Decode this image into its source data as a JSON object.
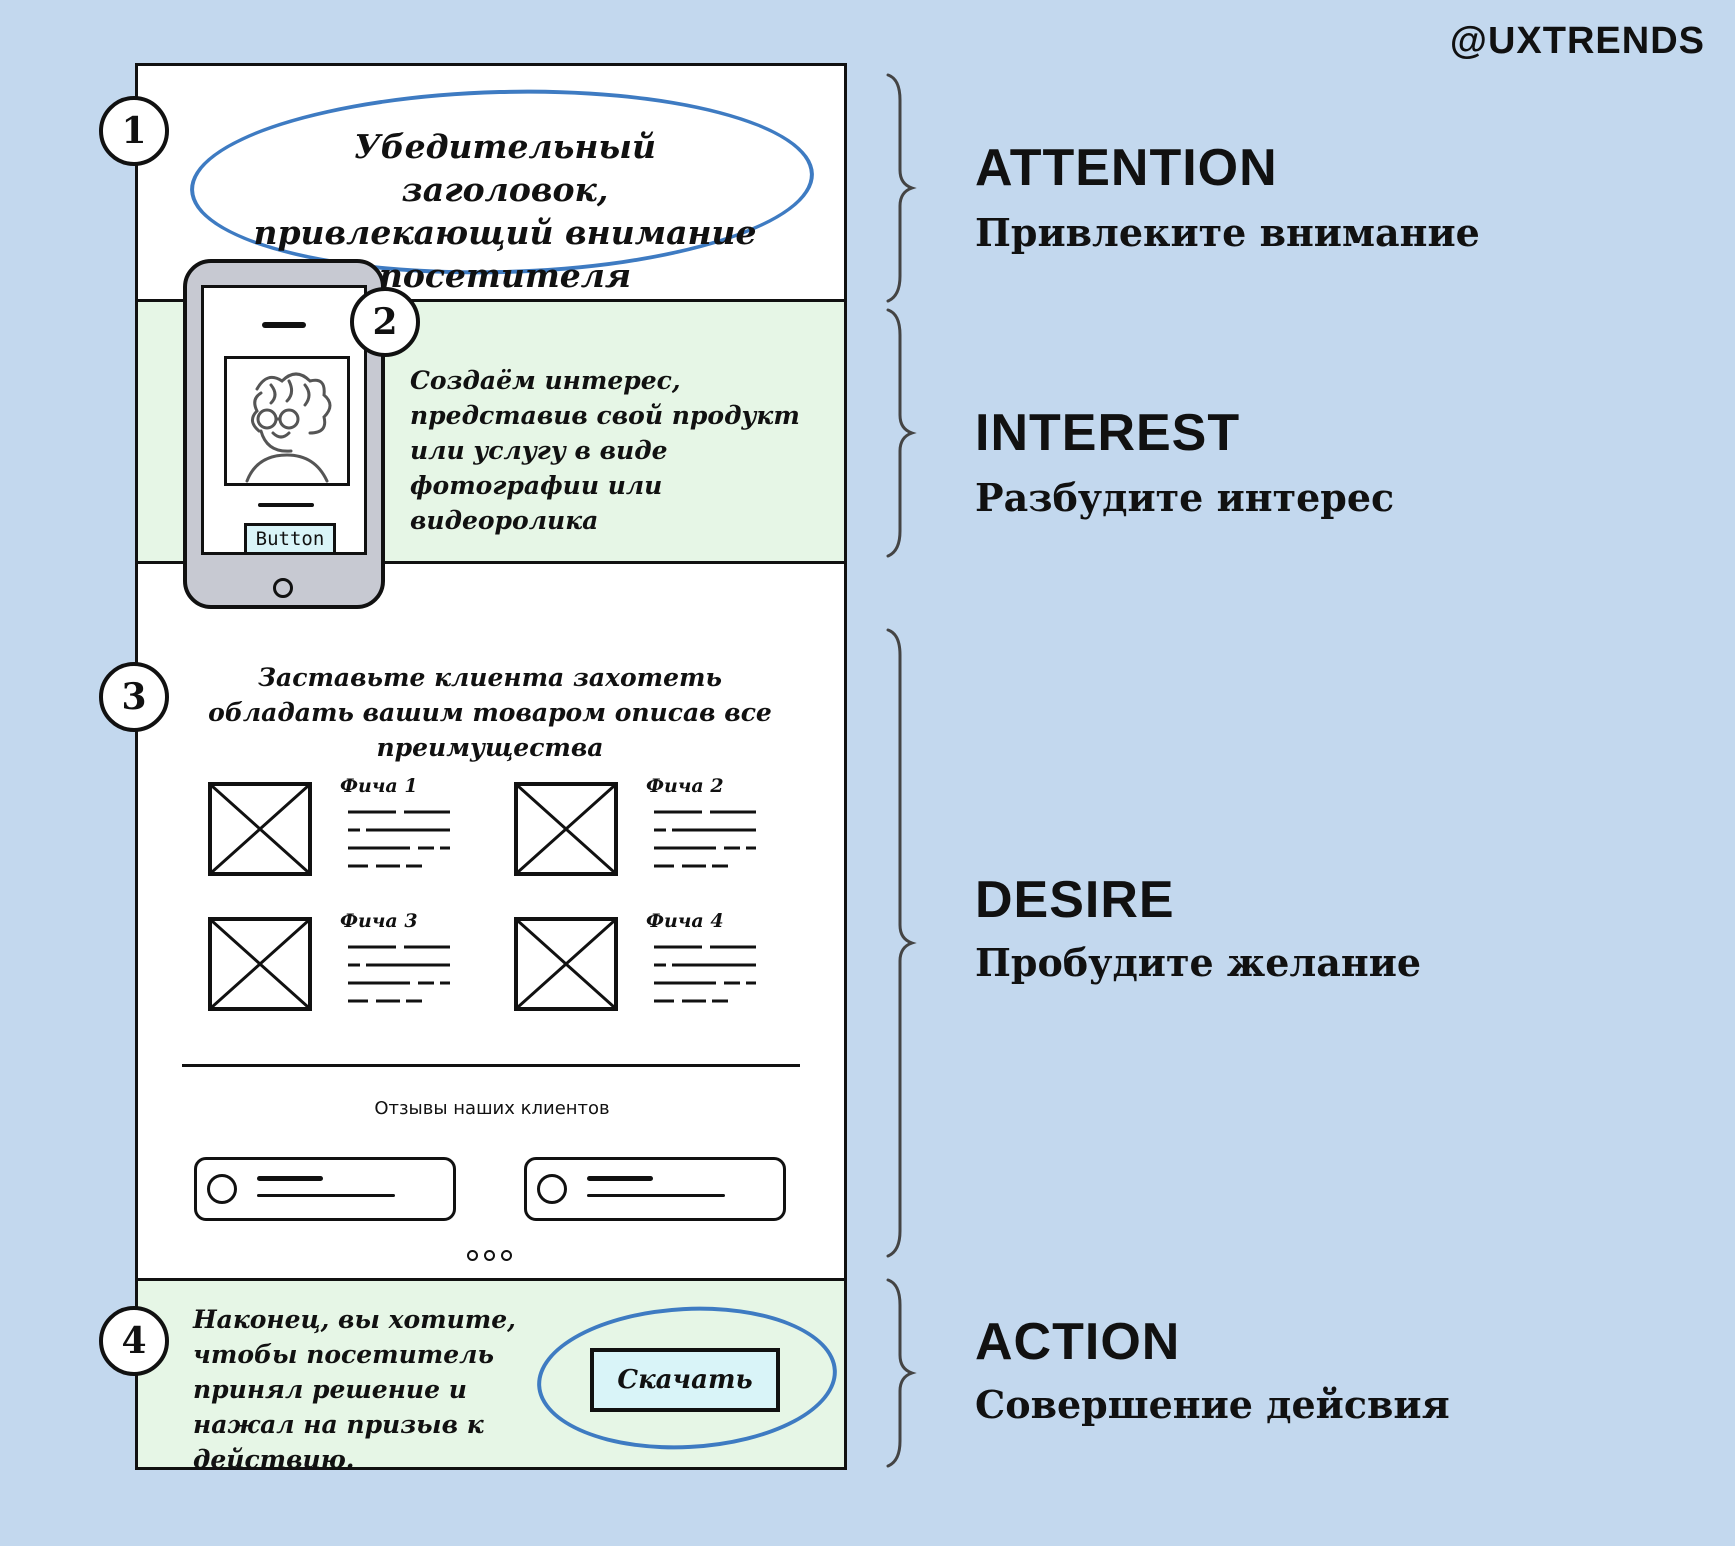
{
  "brand": "@UXTRENDS",
  "wireframe": {
    "attention": {
      "step": "1",
      "headline": "Убедительный заголовок, привлекающий внимание посетителя"
    },
    "interest": {
      "step": "2",
      "text": "Создаём интерес, представив свой продукт или услугу в виде фотографии или видеоролика",
      "phone_button": "Button"
    },
    "desire": {
      "step": "3",
      "title": "Заставьте клиента захотеть обладать вашим товаром описав все преимущества",
      "features": [
        "Фича 1",
        "Фича 2",
        "Фича 3",
        "Фича 4"
      ],
      "reviews_title": "Отзывы наших клиентов"
    },
    "action": {
      "step": "4",
      "text": "Наконец, вы хотите, чтобы посетитель принял решение и нажал на призыв к действию.",
      "cta": "Скачать"
    }
  },
  "stages": [
    {
      "name": "ATTENTION",
      "subtitle": "Привлеките внимание"
    },
    {
      "name": "INTEREST",
      "subtitle": "Разбудите интерес"
    },
    {
      "name": "DESIRE",
      "subtitle": "Пробудите желание"
    },
    {
      "name": "ACTION",
      "subtitle": "Совершение дейсвия"
    }
  ],
  "colors": {
    "background": "#c3d8ee",
    "section_green": "#e6f6e6",
    "highlight_ellipse": "#3e7bc2",
    "button_fill": "#d9f4f8"
  }
}
